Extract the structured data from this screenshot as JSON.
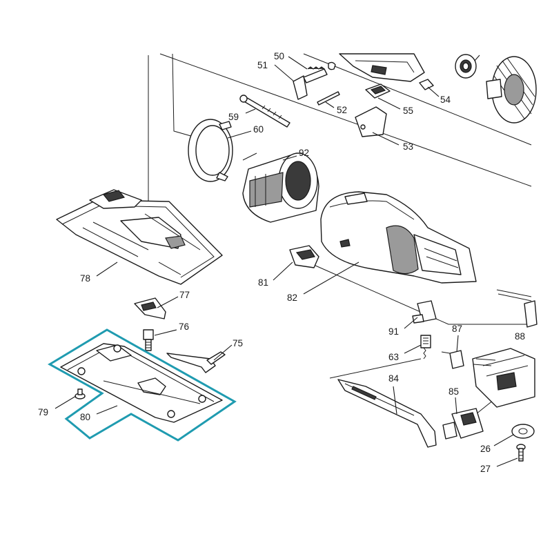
{
  "colors": {
    "highlight": "#1f9bb0",
    "line": "#1a1a1a",
    "background": "#ffffff"
  },
  "callouts": [
    {
      "key": "c50",
      "label": "50"
    },
    {
      "key": "c51",
      "label": "51"
    },
    {
      "key": "c52",
      "label": "52"
    },
    {
      "key": "c53",
      "label": "53"
    },
    {
      "key": "c54",
      "label": "54"
    },
    {
      "key": "c55",
      "label": "55"
    },
    {
      "key": "c59",
      "label": "59"
    },
    {
      "key": "c60",
      "label": "60"
    },
    {
      "key": "c92",
      "label": "92"
    },
    {
      "key": "c78",
      "label": "78"
    },
    {
      "key": "c81",
      "label": "81"
    },
    {
      "key": "c82",
      "label": "82"
    },
    {
      "key": "c77",
      "label": "77"
    },
    {
      "key": "c76",
      "label": "76"
    },
    {
      "key": "c75",
      "label": "75"
    },
    {
      "key": "c79",
      "label": "79"
    },
    {
      "key": "c80",
      "label": "80"
    },
    {
      "key": "c91",
      "label": "91"
    },
    {
      "key": "c87",
      "label": "87"
    },
    {
      "key": "c88",
      "label": "88"
    },
    {
      "key": "c63",
      "label": "63"
    },
    {
      "key": "c84",
      "label": "84"
    },
    {
      "key": "c85",
      "label": "85"
    },
    {
      "key": "c26",
      "label": "26"
    },
    {
      "key": "c27",
      "label": "27"
    }
  ]
}
